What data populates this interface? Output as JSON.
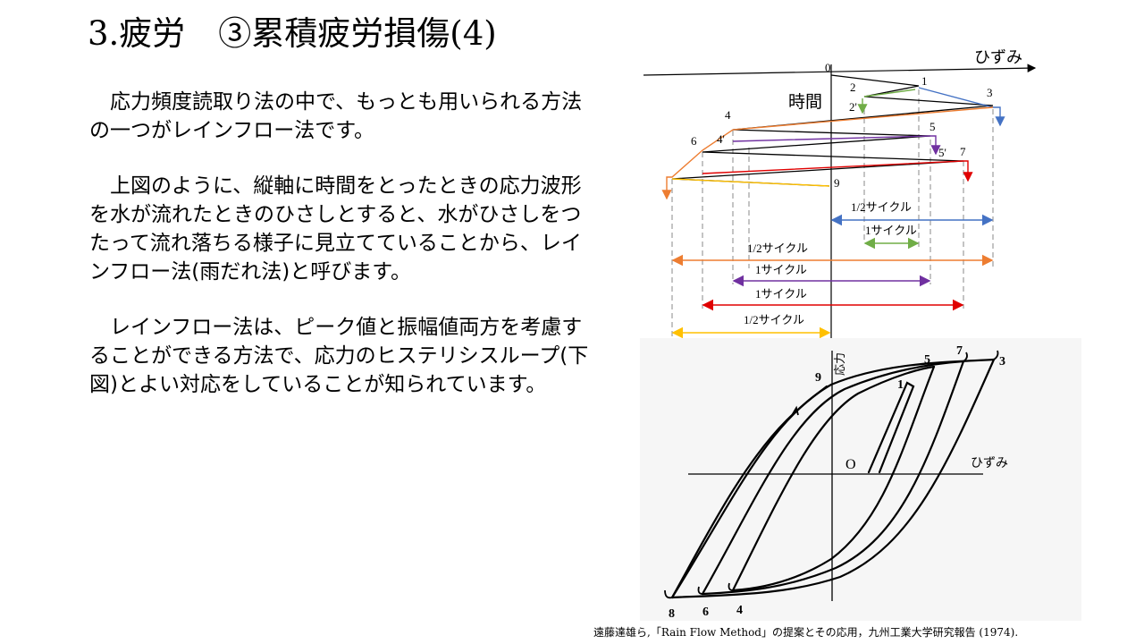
{
  "slide": {
    "title": "3.疲労　③累積疲労損傷(4)",
    "paragraphs": [
      "応力頻度読取り法の中で、もっとも用いられる方法の一つがレインフロー法です。",
      "上図のように、縦軸に時間をとったときの応力波形を水が流れたときのひさしとすると、水がひさしをつたって流れ落ちる様子に見立てていることから、レインフロー法(雨だれ法)と呼びます。",
      "レインフロー法は、ピーク値と振幅値両方を考慮することができる方法で、応力のヒステリシスループ(下図)とよい対応をしていることが知られています。"
    ],
    "citation": "遠藤達雄ら,「Rain Flow Method」の提案とその応用，九州工業大学研究報告 (1974)."
  },
  "rainflow": {
    "x_axis_label": "ひずみ",
    "y_axis_label": "時間",
    "peaks": [
      {
        "label": "0",
        "strain": 0
      },
      {
        "label": "1",
        "strain": 5
      },
      {
        "label": "2",
        "strain": 2
      },
      {
        "label": "3",
        "strain": 10
      },
      {
        "label": "4",
        "strain": -6
      },
      {
        "label": "5",
        "strain": 6
      },
      {
        "label": "6",
        "strain": -8
      },
      {
        "label": "7",
        "strain": 8
      },
      {
        "label": "9",
        "strain": 0
      }
    ],
    "intermediate_labels": [
      "2'",
      "4'",
      "5'"
    ],
    "cycles": [
      {
        "label": "1/2サイクル",
        "color": "#4472c4"
      },
      {
        "label": "1サイクル",
        "color": "#70ad47"
      },
      {
        "label": "1/2サイクル",
        "color": "#ed7d31"
      },
      {
        "label": "1サイクル",
        "color": "#7030a0"
      },
      {
        "label": "1サイクル",
        "color": "#e00000"
      },
      {
        "label": "1/2サイクル",
        "color": "#ffc000"
      }
    ]
  },
  "hysteresis": {
    "stress_axis_label": "応力",
    "strain_axis_label": "ひずみ",
    "origin_label": "O",
    "point_labels": {
      "p1": "1",
      "p3": "3",
      "p5": "5",
      "p6": "6",
      "p7": "7",
      "p8": "8",
      "p9": "9",
      "p4": "4"
    }
  },
  "colors": {
    "blue": "#4472c4",
    "green": "#70ad47",
    "orange": "#ed7d31",
    "purple": "#7030a0",
    "red": "#e00000",
    "yellow": "#ffc000"
  }
}
